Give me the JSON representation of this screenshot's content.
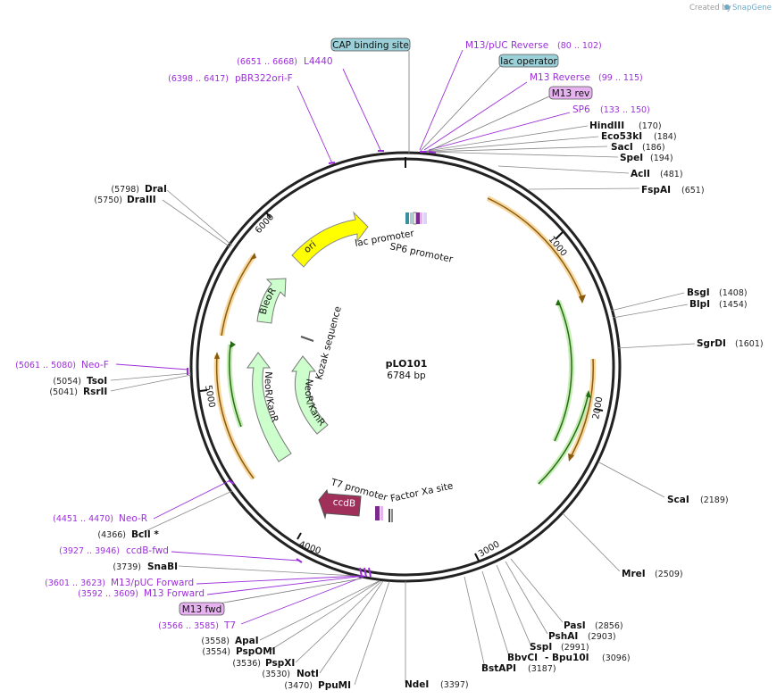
{
  "plasmid": {
    "name": "pLO101",
    "length_label": "6784 bp"
  },
  "brand": {
    "created_by": "Created by",
    "app": "SnapGene"
  },
  "ticks": [
    "1000",
    "2000",
    "3000",
    "4000",
    "5000",
    "6000"
  ],
  "enzymes": [
    {
      "name": "HindIII",
      "pos": "(170)"
    },
    {
      "name": "Eco53kI",
      "pos": "(184)"
    },
    {
      "name": "SacI",
      "pos": "(186)"
    },
    {
      "name": "SpeI",
      "pos": "(194)"
    },
    {
      "name": "AclI",
      "pos": "(481)"
    },
    {
      "name": "FspAI",
      "pos": "(651)"
    },
    {
      "name": "BsgI",
      "pos": "(1408)"
    },
    {
      "name": "BlpI",
      "pos": "(1454)"
    },
    {
      "name": "SgrDI",
      "pos": "(1601)"
    },
    {
      "name": "ScaI",
      "pos": "(2189)"
    },
    {
      "name": "MreI",
      "pos": "(2509)"
    },
    {
      "name": "PasI",
      "pos": "(2856)"
    },
    {
      "name": "PshAI",
      "pos": "(2903)"
    },
    {
      "name": "SspI",
      "pos": "(2991)"
    },
    {
      "name": "BbvCI",
      "pos": ""
    },
    {
      "name": "- Bpu10I",
      "pos": "(3096)"
    },
    {
      "name": "BstAPI",
      "pos": "(3187)"
    },
    {
      "name": "NdeI",
      "pos": "(3397)"
    },
    {
      "name": "PpuMI",
      "pos": "(3470)"
    },
    {
      "name": "NotI",
      "pos": "(3530)"
    },
    {
      "name": "PspXI",
      "pos": "(3536)"
    },
    {
      "name": "PspOMI",
      "pos": "(3554)"
    },
    {
      "name": "ApaI",
      "pos": "(3558)"
    },
    {
      "name": "SnaBI",
      "pos": "(3739)"
    },
    {
      "name": "BclI *",
      "pos": "(4366)"
    },
    {
      "name": "RsrII",
      "pos": "(5041)"
    },
    {
      "name": "TsoI",
      "pos": "(5054)"
    },
    {
      "name": "DraIII",
      "pos": "(5750)"
    },
    {
      "name": "DraI",
      "pos": "(5798)"
    }
  ],
  "primers": [
    {
      "name": "M13/pUC Reverse",
      "range": "(80 .. 102)"
    },
    {
      "name": "M13 Reverse",
      "range": "(99 .. 115)"
    },
    {
      "name": "SP6",
      "range": "(133 .. 150)"
    },
    {
      "name": "L4440",
      "range": "(6651 .. 6668)"
    },
    {
      "name": "pBR322ori-F",
      "range": "(6398 .. 6417)"
    },
    {
      "name": "Neo-F",
      "range": "(5061 .. 5080)"
    },
    {
      "name": "Neo-R",
      "range": "(4451 .. 4470)"
    },
    {
      "name": "ccdB-fwd",
      "range": "(3927 .. 3946)"
    },
    {
      "name": "M13/pUC Forward",
      "range": "(3601 .. 3623)"
    },
    {
      "name": "M13 Forward",
      "range": "(3592 .. 3609)"
    },
    {
      "name": "T7",
      "range": "(3566 .. 3585)"
    }
  ],
  "boxes": {
    "cap": "CAP binding site",
    "lac_operator": "lac operator",
    "m13_rev": "M13 rev",
    "m13_fwd": "M13 fwd"
  },
  "features": {
    "ori": "ori",
    "bleor": "BleoR",
    "neo_outer": "NeoR/KanR",
    "neo_inner": "NeoR/KanR",
    "ccdb": "ccdB",
    "lac_promoter": "lac promoter",
    "sp6_promoter": "SP6 promoter",
    "kozak": "Kozak sequence",
    "t7_promoter": "T7 promoter",
    "factor_xa": "Factor Xa site"
  },
  "colors": {
    "backbone": "#222222",
    "primer": "#9b30d8",
    "orf_orange": "#f5a623",
    "orf_green": "#5fbf3a",
    "ori_yellow": "#ffff00",
    "resistance_green": "#ccffcc",
    "ccdb_maroon": "#a0305a",
    "box_teal": "#9bd0d8",
    "box_violet": "#e6b3f0"
  }
}
